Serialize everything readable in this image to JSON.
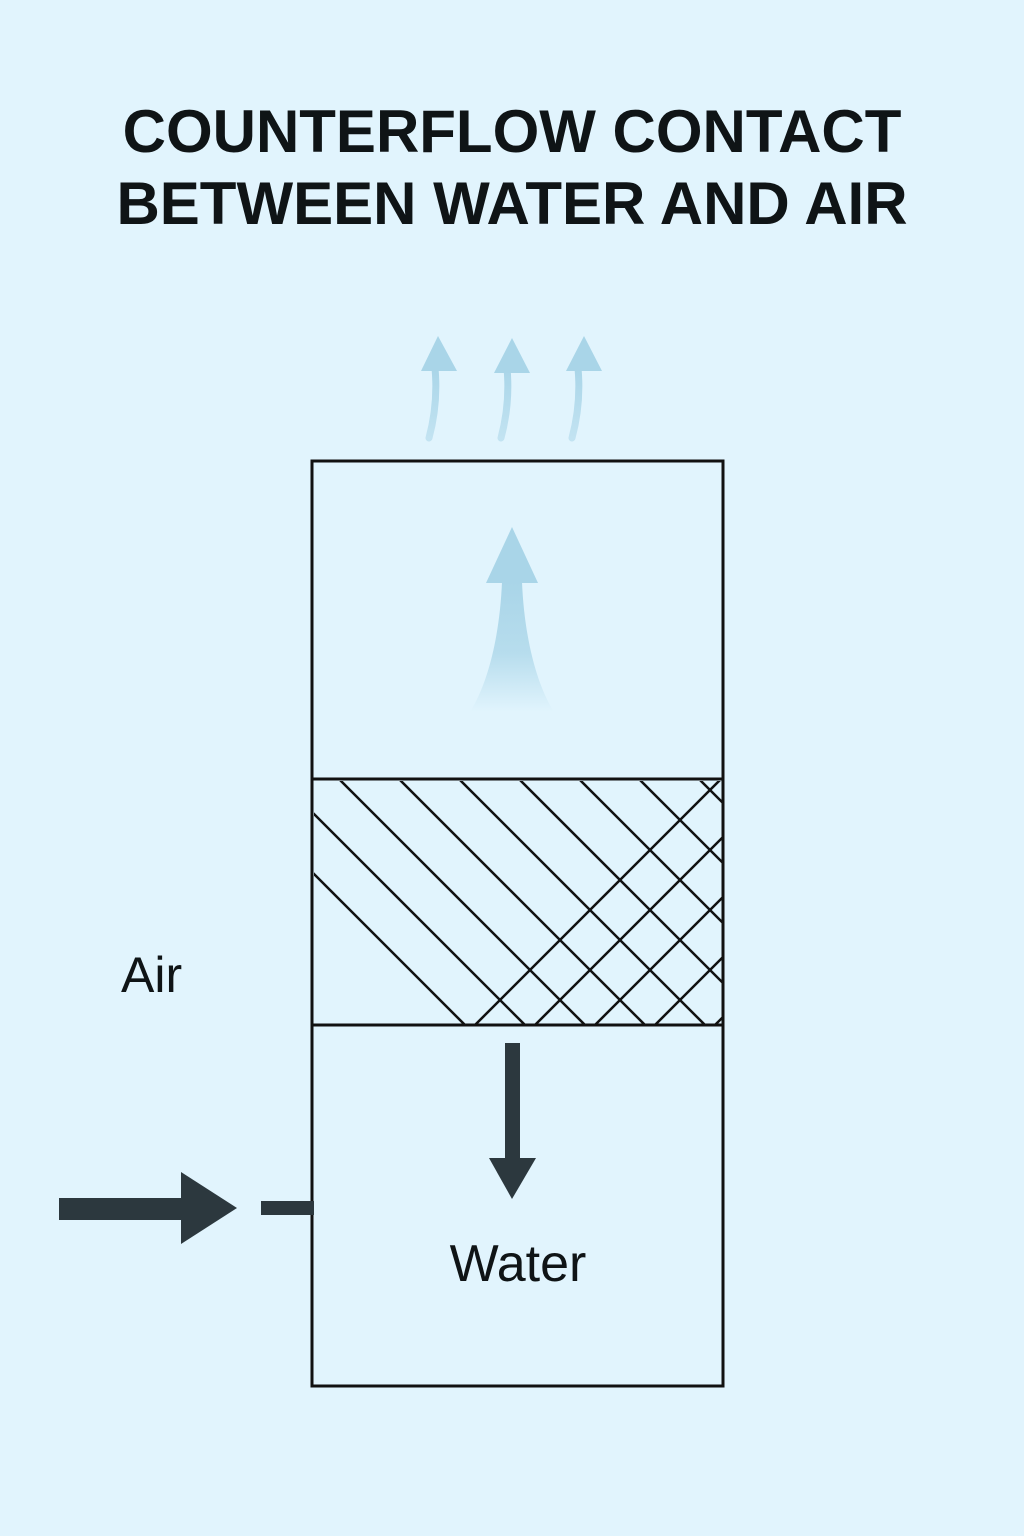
{
  "title": {
    "line1": "COUNTERFLOW CONTACT",
    "line2": "BETWEEN WATER AND AIR"
  },
  "labels": {
    "air": "Air",
    "water": "Water"
  },
  "colors": {
    "background": "#e1f4fd",
    "outline": "#111111",
    "dark_arrow": "#2c383e",
    "air_flow": "#a9d5e8"
  },
  "icons": {
    "air_inlet": "right-arrow-icon",
    "water_flow": "down-arrow-icon",
    "air_rising": "up-arrow-icon",
    "air_exhaust": "wavy-up-arrow-icon"
  }
}
